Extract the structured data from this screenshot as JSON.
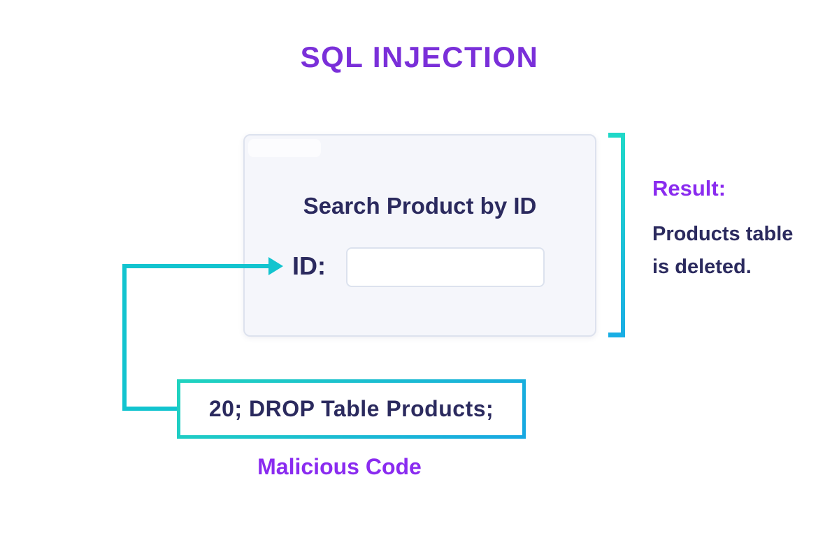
{
  "title": "SQL INJECTION",
  "card": {
    "heading": "Search Product by ID",
    "id_label": "ID:",
    "input_value": ""
  },
  "malicious": {
    "code": "20; DROP Table Products;",
    "label": "Malicious Code"
  },
  "result": {
    "heading": "Result:",
    "line1": "Products table",
    "line2": "is deleted."
  },
  "colors": {
    "title_purple": "#7a2fd9",
    "accent_purple": "#8a2bef",
    "text_navy": "#2b2a5e",
    "connector_teal": "#12c4cf",
    "teal_gradient_start": "#1fd3bf",
    "teal_gradient_end": "#17a8e2",
    "card_background": "#f5f6fb",
    "card_border": "#dde2ee",
    "input_border": "#dce2ee",
    "page_background": "#ffffff"
  },
  "icons": {
    "arrowhead": "right-arrow-icon",
    "bracket": "right-square-bracket"
  }
}
